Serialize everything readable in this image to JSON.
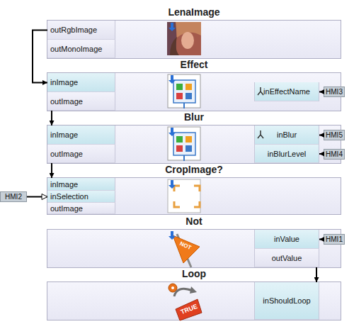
{
  "diagram": {
    "nodes": [
      {
        "text": [
          "LenaImage"
        ]
      },
      {
        "text": [
          "outRgbImage"
        ],
        "in": 0
      },
      {
        "text": [
          "outMonoImage"
        ],
        "in": 0
      },
      {
        "text": [
          "Effect"
        ]
      },
      {
        "text": [
          "inImage"
        ],
        "in": 3
      },
      {
        "text": [
          "outImage"
        ],
        "in": 3
      },
      {
        "text": [
          "inEffectName"
        ],
        "in": 3
      },
      {
        "text": [
          "HMI3"
        ]
      },
      {
        "text": [
          "Blur"
        ]
      },
      {
        "text": [
          "inImage"
        ],
        "in": 8
      },
      {
        "text": [
          "outImage"
        ],
        "in": 8
      },
      {
        "text": [
          "inBlur"
        ],
        "in": 8
      },
      {
        "text": [
          "inBlurLevel"
        ],
        "in": 8
      },
      {
        "text": [
          "HMI5"
        ]
      },
      {
        "text": [
          "HMI4"
        ]
      },
      {
        "text": [
          "CropImage?"
        ]
      },
      {
        "text": [
          "inImage"
        ],
        "in": 15
      },
      {
        "text": [
          "inSelection"
        ],
        "in": 15
      },
      {
        "text": [
          "outImage"
        ],
        "in": 15
      },
      {
        "text": [
          "HMI2"
        ]
      },
      {
        "text": [
          "Not"
        ]
      },
      {
        "text": [
          "inValue"
        ],
        "in": 20
      },
      {
        "text": [
          "outValue"
        ],
        "in": 20
      },
      {
        "text": [
          "HMI1"
        ]
      },
      {
        "text": [
          "Loop"
        ]
      },
      {
        "text": [
          "inShouldLoop"
        ],
        "in": 24
      }
    ],
    "edges": [
      {
        "from": 1,
        "to": 4,
        "arrow": "to"
      },
      {
        "from": 5,
        "to": 9,
        "arrow": "to"
      },
      {
        "from": 10,
        "to": 16,
        "arrow": "to"
      },
      {
        "from": 19,
        "to": 17,
        "arrow": "to"
      },
      {
        "from": 7,
        "to": 6,
        "arrow": "to"
      },
      {
        "from": 13,
        "to": 11,
        "arrow": "to"
      },
      {
        "from": 14,
        "to": 12,
        "arrow": "to"
      },
      {
        "from": 23,
        "to": 21,
        "arrow": "to"
      },
      {
        "from": 22,
        "to": 25,
        "arrow": "to"
      }
    ],
    "labels": [
      "NOT",
      "TRUE"
    ]
  }
}
